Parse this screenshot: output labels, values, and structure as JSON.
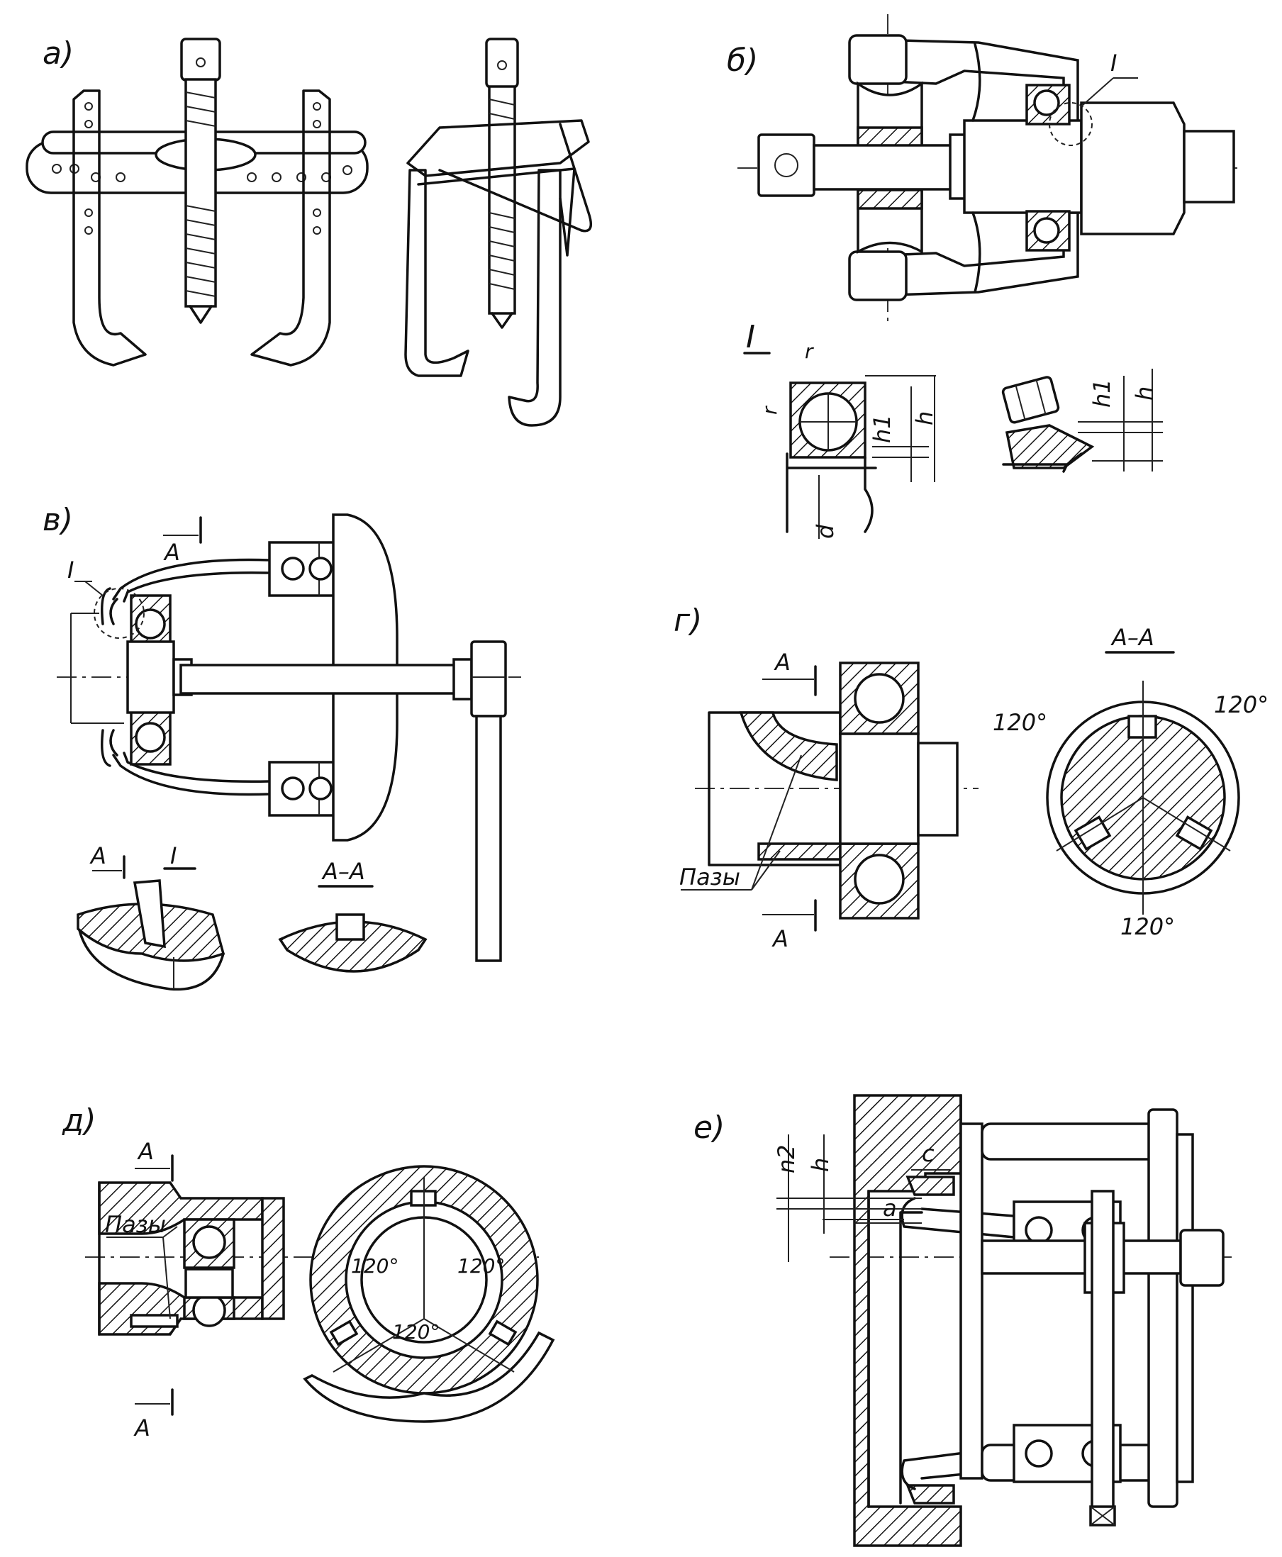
{
  "panels": {
    "a": {
      "label": "а)"
    },
    "b": {
      "label": "б)",
      "detail_mark": "I",
      "detail_title": "I",
      "dims": {
        "r": "r",
        "r1": "r",
        "h1": "h1",
        "h": "h",
        "d": "d"
      }
    },
    "v": {
      "label": "в)",
      "detail_mark": "I",
      "section_mark": "A",
      "detail_title": "I",
      "section_title": "A–A"
    },
    "g": {
      "label": "г)",
      "section_mark": "A",
      "section_title": "A–A",
      "grooves_label": "Пазы",
      "angle_1": "120°",
      "angle_2": "120°",
      "angle_3": "120°"
    },
    "d": {
      "label": "д)",
      "section_mark": "A",
      "grooves_label": "Пазы",
      "angle_1": "120°",
      "angle_2": "120°",
      "angle_3": "120°"
    },
    "e": {
      "label": "е)",
      "dims": {
        "n2": "n2",
        "h": "h",
        "c": "c",
        "a": "a"
      }
    }
  }
}
